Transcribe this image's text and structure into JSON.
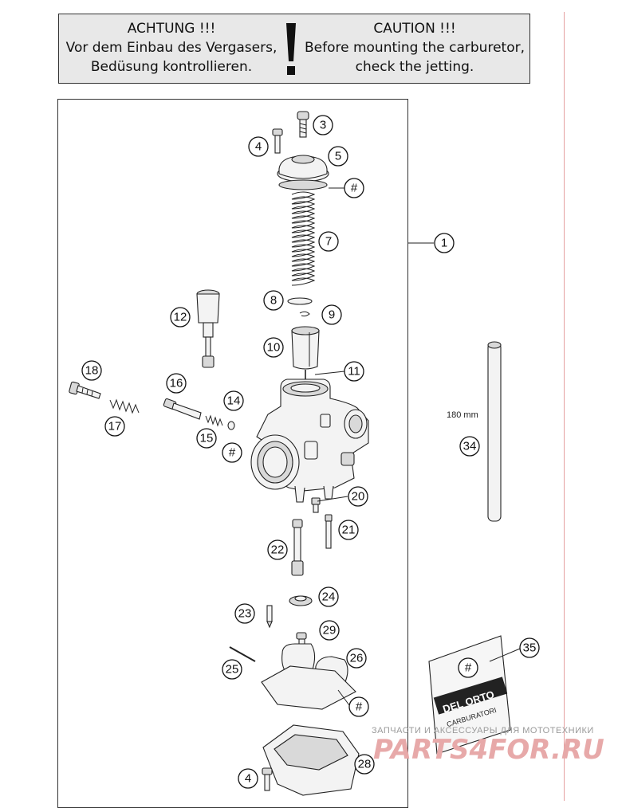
{
  "caution": {
    "de_title": "ACHTUNG !!!",
    "de_line1": "Vor dem Einbau des Vergasers,",
    "de_line2": "Bedüsung kontrollieren.",
    "en_title": "CAUTION !!!",
    "en_line1": "Before mounting the carburetor,",
    "en_line2": "check the jetting."
  },
  "callouts": {
    "c1": "1",
    "c3": "3",
    "c4": "4",
    "c5": "5",
    "c7": "7",
    "c8": "8",
    "c9": "9",
    "c10": "10",
    "c11": "11",
    "c12": "12",
    "c14": "14",
    "c15": "15",
    "c16": "16",
    "c17": "17",
    "c18": "18",
    "c20": "20",
    "c21": "21",
    "c22": "22",
    "c23": "23",
    "c24": "24",
    "c25": "25",
    "c26": "26",
    "c28": "28",
    "c29": "29",
    "c34": "34",
    "c35": "35",
    "c4b": "4",
    "hash": "#"
  },
  "dimension": {
    "tube_length": "180 mm"
  },
  "packet": {
    "brand": "DEL ORTO",
    "sub": "CARBURATORI"
  },
  "watermark": {
    "line1": "ЗАПЧАСТИ И АКСЕССУАРЫ ДЛЯ МОТОТЕХНИКИ",
    "line2": "PARTS4FOR.RU"
  },
  "colors": {
    "frame_line": "#e5a0a0",
    "caution_bg": "#e8e8e8",
    "watermark": "#e7a9a9"
  }
}
